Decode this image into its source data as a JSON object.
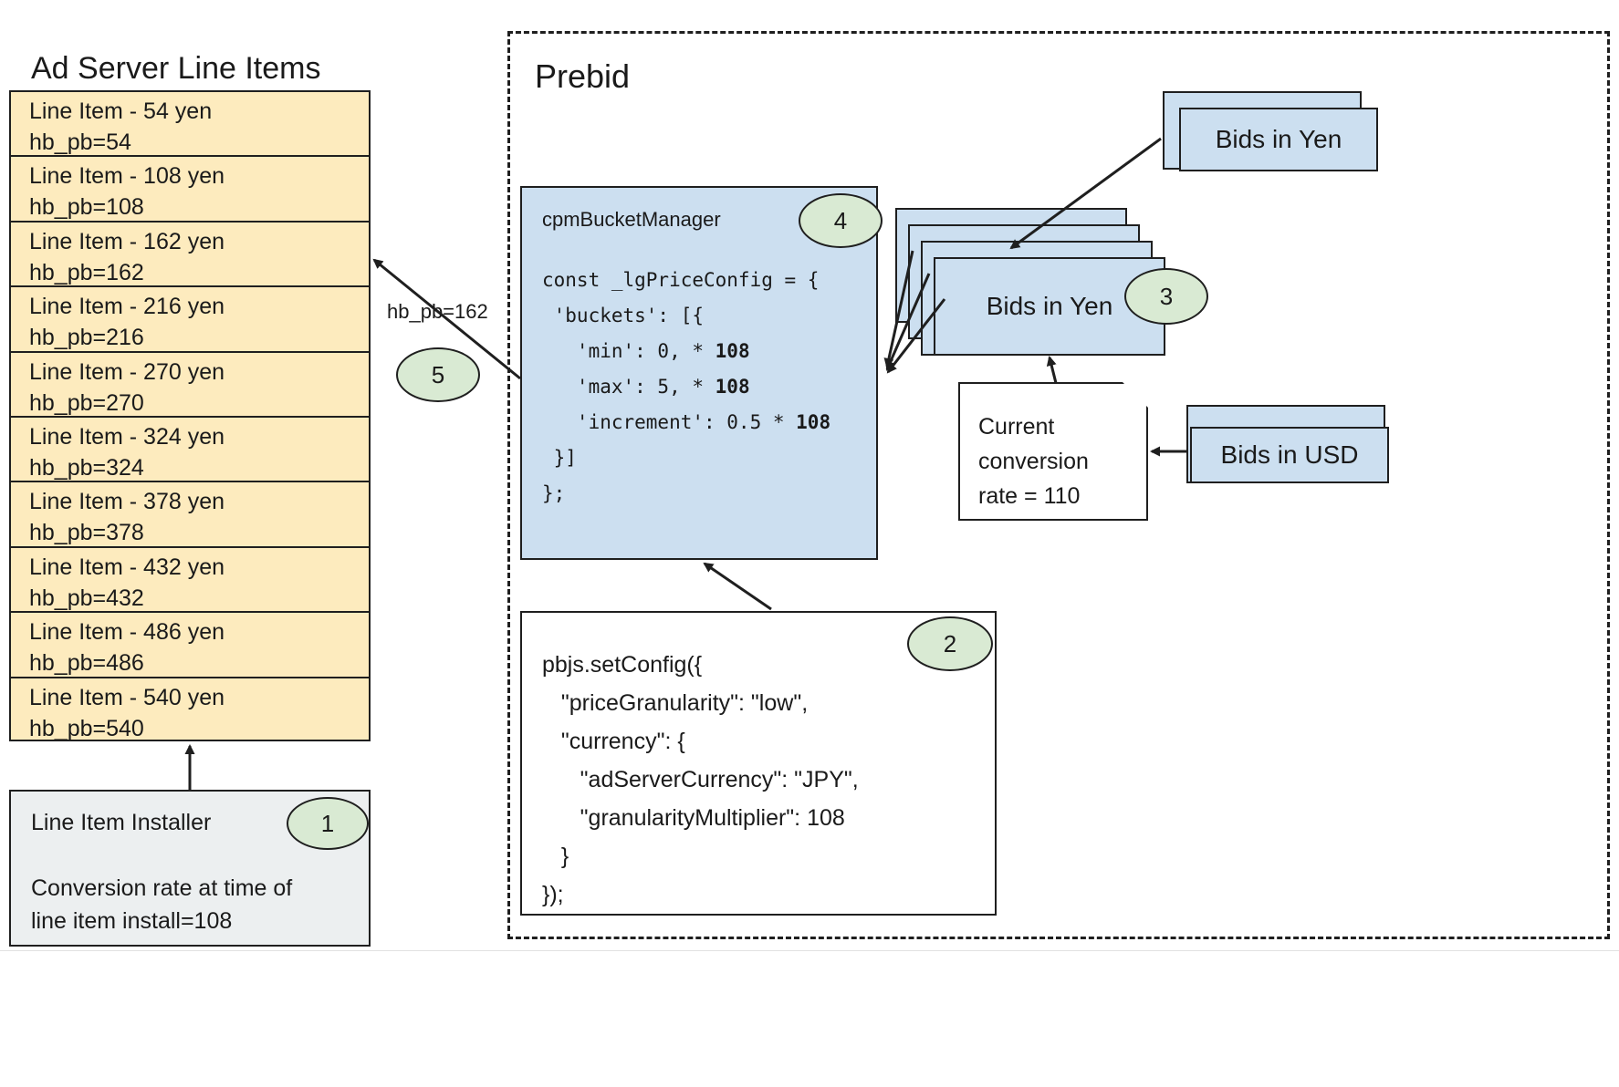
{
  "left_panel": {
    "title": "Ad Server Line Items",
    "line_items": [
      {
        "name": "Line Item - 54 yen",
        "key": "hb_pb=54"
      },
      {
        "name": "Line Item - 108 yen",
        "key": "hb_pb=108"
      },
      {
        "name": "Line Item - 162 yen",
        "key": "hb_pb=162"
      },
      {
        "name": "Line Item - 216 yen",
        "key": "hb_pb=216"
      },
      {
        "name": "Line Item - 270 yen",
        "key": "hb_pb=270"
      },
      {
        "name": "Line Item - 324 yen",
        "key": "hb_pb=324"
      },
      {
        "name": "Line Item - 378 yen",
        "key": "hb_pb=378"
      },
      {
        "name": "Line Item - 432 yen",
        "key": "hb_pb=432"
      },
      {
        "name": "Line Item - 486 yen",
        "key": "hb_pb=486"
      },
      {
        "name": "Line Item - 540 yen",
        "key": "hb_pb=540"
      }
    ],
    "installer": {
      "title": "Line Item Installer",
      "note": "Conversion rate at time of\nline item install=108"
    }
  },
  "prebid": {
    "title": "Prebid",
    "cpm_bucket_manager": {
      "header": "cpmBucketManager",
      "code_lines": [
        {
          "text": "const _lgPriceConfig = {",
          "bold_tail": ""
        },
        {
          "text": " 'buckets': [{",
          "bold_tail": ""
        },
        {
          "text": "   'min': 0, * ",
          "bold_tail": "108"
        },
        {
          "text": "   'max': 5, * ",
          "bold_tail": "108"
        },
        {
          "text": "   'increment': 0.5 * ",
          "bold_tail": "108"
        },
        {
          "text": " }]",
          "bold_tail": ""
        },
        {
          "text": "};",
          "bold_tail": ""
        }
      ]
    },
    "set_config": {
      "code": "pbjs.setConfig({\n   \"priceGranularity\": \"low\",\n   \"currency\": {\n      \"adServerCurrency\": \"JPY\",\n      \"granularityMultiplier\": 108\n   }\n});"
    },
    "bids_yen_incoming": "Bids in Yen",
    "bids_yen_stack": "Bids in Yen",
    "bids_usd": "Bids in USD",
    "conversion_note": "Current\nconversion\nrate = 110"
  },
  "annotations": {
    "hb_pb_edge_label": "hb_pb=162",
    "markers": [
      {
        "id": "1",
        "label": "1"
      },
      {
        "id": "2",
        "label": "2"
      },
      {
        "id": "3",
        "label": "3"
      },
      {
        "id": "4",
        "label": "4"
      },
      {
        "id": "5",
        "label": "5"
      }
    ]
  },
  "colors": {
    "line_item_fill": "#fdebbe",
    "bid_fill": "#ccdff0",
    "marker_fill": "#d9ead3",
    "installer_fill": "#eceff0",
    "stroke": "#1f1f1f"
  }
}
